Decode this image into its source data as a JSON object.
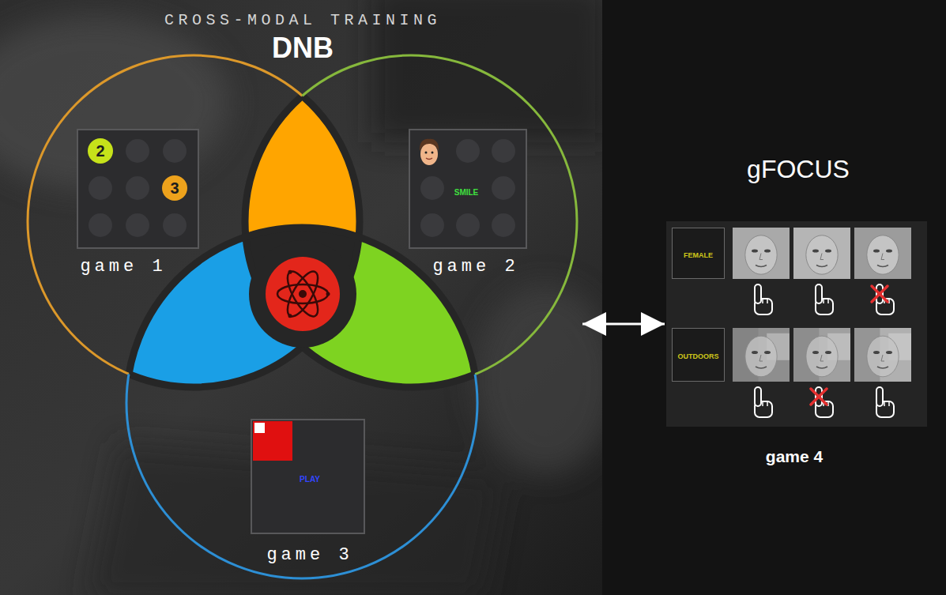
{
  "diagram": {
    "nodes": [
      {
        "text": [
          "CROSS-MODAL TRAINING",
          "DNB"
        ]
      },
      {
        "text": [
          "game 1"
        ],
        "in": 0
      },
      {
        "text": [
          "2"
        ],
        "in": 1
      },
      {
        "text": [
          "3"
        ],
        "in": 1
      },
      {
        "text": [
          "SMILE",
          "game 2"
        ],
        "in": 0
      },
      {
        "text": [
          "PLAY",
          "game 3"
        ],
        "in": 0
      },
      {
        "text": [
          "gFOCUS",
          "game 4"
        ]
      },
      {
        "text": [
          "FEMALE"
        ],
        "in": 6
      },
      {
        "text": [
          "OUTDOORS"
        ],
        "in": 6
      }
    ],
    "edges": [
      {
        "from": 0,
        "to": 6,
        "arrow": "both"
      }
    ]
  }
}
